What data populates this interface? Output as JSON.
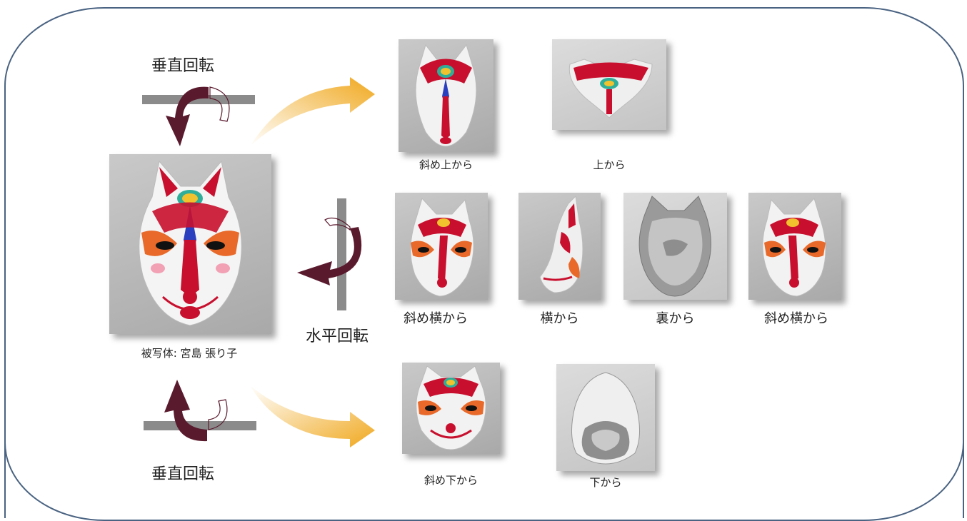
{
  "labels": {
    "vertical_top": "垂直回転",
    "vertical_bottom": "垂直回転",
    "horizontal": "水平回転",
    "subject": "被写体: 宮島 張り子"
  },
  "captions": {
    "oblique_top": "斜め上から",
    "top": "上から",
    "oblique_side_left": "斜め横から",
    "side": "横から",
    "back": "裏から",
    "oblique_side_right": "斜め横から",
    "oblique_bottom": "斜め下から",
    "bottom": "下から"
  },
  "colors": {
    "frame": "#4a6382",
    "rotation_arrow": "#5a1a2e",
    "flow_arrow": "#f0a81e",
    "bar": "#8b8b8b",
    "mask_red": "#c8102e",
    "mask_orange": "#e8692a"
  }
}
